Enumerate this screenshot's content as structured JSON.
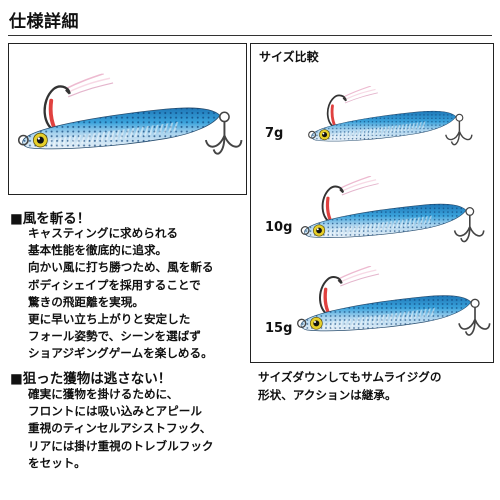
{
  "page": {
    "title": "仕様詳細"
  },
  "size_panel": {
    "title": "サイズ比較",
    "sizes": [
      {
        "label": "7g"
      },
      {
        "label": "10g"
      },
      {
        "label": "15g"
      }
    ]
  },
  "feature_1": {
    "heading": "■風を斬る！",
    "lines": [
      "キャスティングに求められる",
      "基本性能を徹底的に追求。",
      "向かい風に打ち勝つため、風を斬る",
      "ボディシェイプを採用することで",
      "驚きの飛距離を実現。",
      "更に早い立ち上がりと安定した",
      "フォール姿勢で、シーンを選ばず",
      "ショアジギングゲームを楽しめる。"
    ]
  },
  "feature_2": {
    "heading": "■狙った獲物は逃さない！",
    "lines": [
      "確実に獲物を掛けるために、",
      "フロントには吸い込みとアピール",
      "重視のティンセルアシストフック、",
      "リアには掛け重視のトレブルフック",
      "をセット。"
    ]
  },
  "size_note": {
    "lines": [
      "サイズダウンしてもサムライジグの",
      "形状、アクションは継承。"
    ]
  },
  "colors": {
    "lure_blue": "#3aa3dc",
    "lure_belly": "#dce9f5",
    "eye_yellow": "#e6cf2a",
    "assist_red": "#e0413f",
    "tinsel_pink": "#e9a9c4"
  }
}
